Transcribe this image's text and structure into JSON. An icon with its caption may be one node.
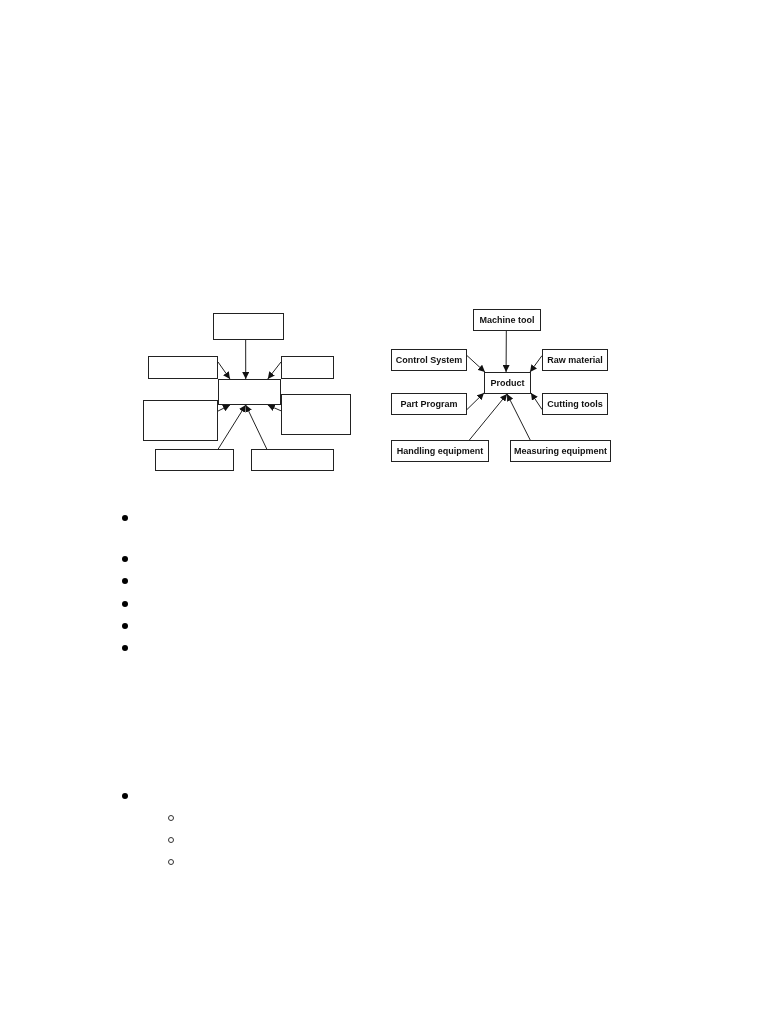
{
  "diagram": {
    "nodes": [
      {
        "text": [],
        "shape": "box"
      },
      {
        "text": [],
        "shape": "box"
      },
      {
        "text": [],
        "shape": "box"
      },
      {
        "text": [],
        "shape": "box"
      },
      {
        "text": [],
        "shape": "box"
      },
      {
        "text": [],
        "shape": "box"
      },
      {
        "text": [],
        "shape": "box"
      },
      {
        "text": [],
        "shape": "box"
      },
      {
        "text": [
          "Machine tool"
        ]
      },
      {
        "text": [
          "Control System"
        ]
      },
      {
        "text": [
          "Raw material"
        ]
      },
      {
        "text": [
          "Product"
        ]
      },
      {
        "text": [
          "Part Program"
        ]
      },
      {
        "text": [
          "Cutting tools"
        ]
      },
      {
        "text": [
          "Handling equipment"
        ]
      },
      {
        "text": [
          "Measuring equipment"
        ]
      }
    ],
    "edges": [
      {
        "from": 0,
        "to": 2,
        "arrow": "to"
      },
      {
        "from": 1,
        "to": 2,
        "arrow": "to"
      },
      {
        "from": 3,
        "to": 2,
        "arrow": "to"
      },
      {
        "from": 4,
        "to": 2,
        "arrow": "to"
      },
      {
        "from": 5,
        "to": 2,
        "arrow": "to"
      },
      {
        "from": 6,
        "to": 2,
        "arrow": "to"
      },
      {
        "from": 7,
        "to": 2,
        "arrow": "to"
      },
      {
        "from": 8,
        "to": 11,
        "arrow": "to"
      },
      {
        "from": 9,
        "to": 11,
        "arrow": "to"
      },
      {
        "from": 10,
        "to": 11,
        "arrow": "to"
      },
      {
        "from": 12,
        "to": 11,
        "arrow": "to"
      },
      {
        "from": 13,
        "to": 11,
        "arrow": "to"
      },
      {
        "from": 14,
        "to": 11,
        "arrow": "to"
      },
      {
        "from": 15,
        "to": 11,
        "arrow": "to"
      }
    ]
  }
}
